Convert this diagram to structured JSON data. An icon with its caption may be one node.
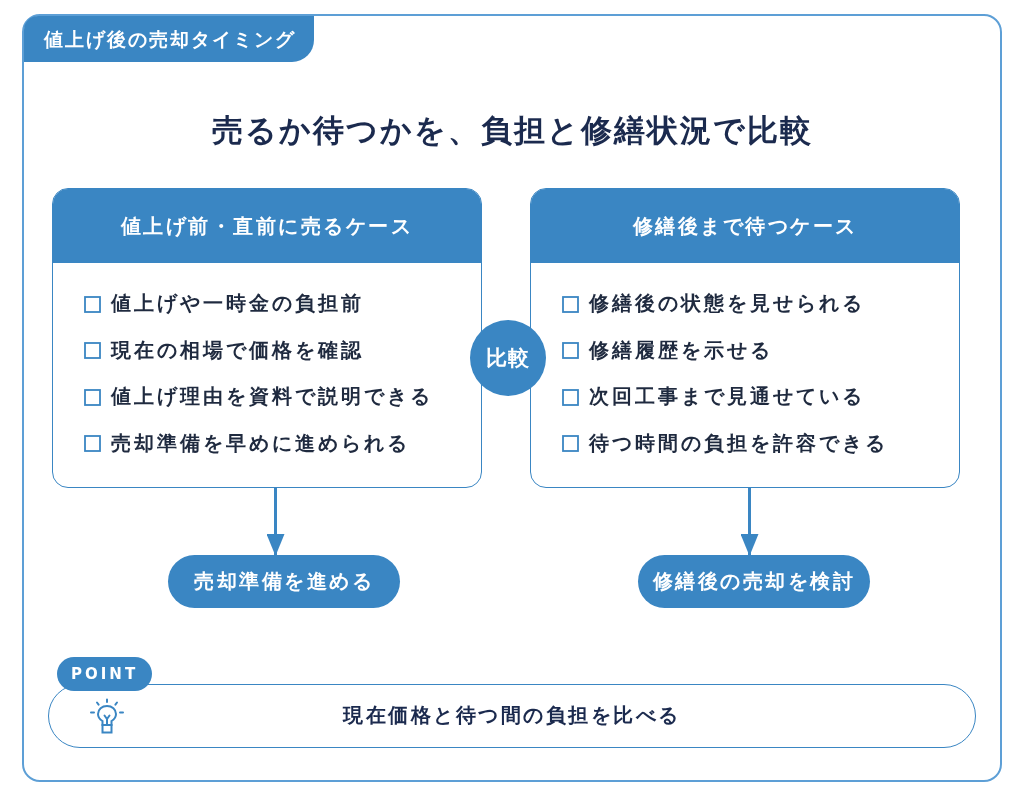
{
  "diagram": {
    "title": "売るか待つかを、負担と修繕状況で比較",
    "nodes": [
      {
        "text": [
          "値上げ後の売却タイミング"
        ]
      },
      {
        "text": [
          "値上げ前・直前に売るケース",
          "値上げや一時金の負担前",
          "現在の相場で価格を確認",
          "値上げ理由を資料で説明できる",
          "売却準備を早めに進められる"
        ],
        "in": 0
      },
      {
        "text": [
          "比較"
        ],
        "in": 0
      },
      {
        "text": [
          "修繕後まで待つケース",
          "修繕後の状態を見せられる",
          "修繕履歴を示せる",
          "次回工事まで見通せている",
          "待つ時間の負担を許容できる"
        ],
        "in": 0
      },
      {
        "text": [
          "売却準備を進める"
        ],
        "in": 0
      },
      {
        "text": [
          "修繕後の売却を検討"
        ],
        "in": 0
      },
      {
        "text": [
          "POINT",
          "現在価格と待つ間の負担を比べる"
        ],
        "in": 0
      }
    ],
    "edges": [
      {
        "from": 1,
        "to": 4,
        "arrow": "to"
      },
      {
        "from": 3,
        "to": 5,
        "arrow": "to"
      }
    ]
  }
}
